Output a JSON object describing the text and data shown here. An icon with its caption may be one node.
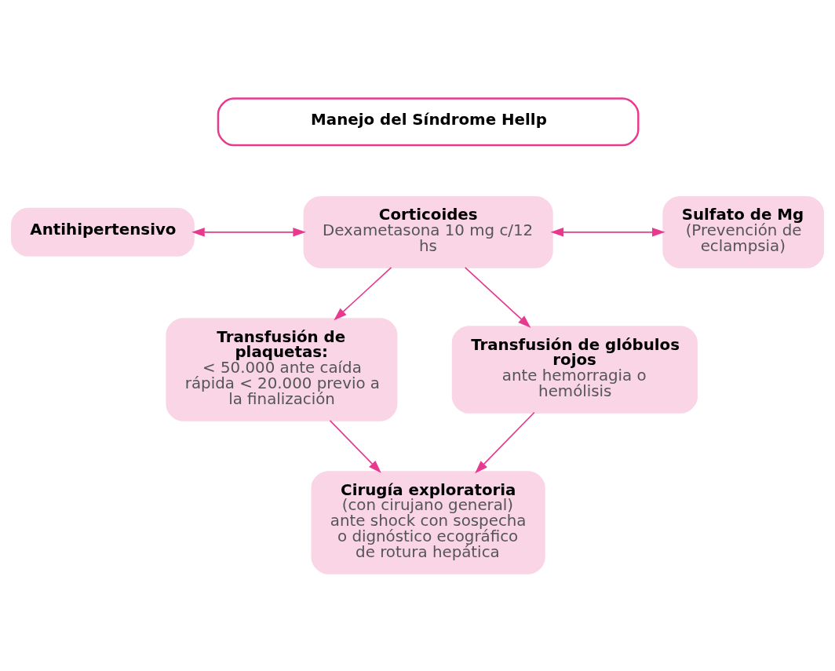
{
  "diagram": {
    "nodes": [
      {
        "text": [
          "Manejo del Síndrome Hellp"
        ]
      },
      {
        "text": [
          "Antihipertensivo"
        ]
      },
      {
        "text": [
          "Corticoides",
          "Dexametasona 10 mg c/12 hs"
        ]
      },
      {
        "text": [
          "Sulfato de Mg",
          "(Prevención de eclampsia)"
        ]
      },
      {
        "text": [
          "Transfusión de plaquetas:",
          "< 50.000 ante caída rápida < 20.000 previo a la finalización"
        ]
      },
      {
        "text": [
          "Transfusión de glóbulos rojos",
          "ante hemorragia o hemólisis"
        ]
      },
      {
        "text": [
          "Cirugía exploratoria",
          "(con cirujano general) ante shock con sospecha o dignóstico ecográfico de rotura hepática"
        ]
      }
    ],
    "edges": [
      {
        "from": 1,
        "to": 2,
        "arrow": "both"
      },
      {
        "from": 2,
        "to": 3,
        "arrow": "both"
      },
      {
        "from": 2,
        "to": 4,
        "arrow": "to"
      },
      {
        "from": 2,
        "to": 5,
        "arrow": "to"
      },
      {
        "from": 4,
        "to": 6,
        "arrow": "to"
      },
      {
        "from": 5,
        "to": 6,
        "arrow": "to"
      }
    ]
  }
}
